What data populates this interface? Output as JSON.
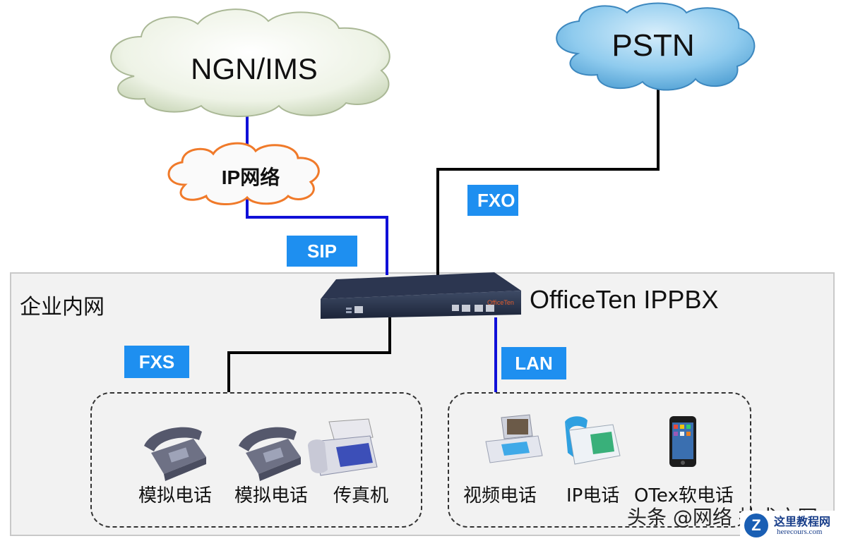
{
  "clouds": {
    "ngn_ims": "NGN/IMS",
    "pstn": "PSTN",
    "ip_network": "IP网络"
  },
  "tags": {
    "sip": "SIP",
    "fxo": "FXO",
    "fxs": "FXS",
    "lan": "LAN"
  },
  "intranet": {
    "label": "企业内网"
  },
  "pbx": {
    "label": "OfficeTen IPPBX",
    "brand": "OfficeTen"
  },
  "devices": {
    "analog_phone_1": "模拟电话",
    "analog_phone_2": "模拟电话",
    "fax": "传真机",
    "video_phone": "视频电话",
    "ip_phone": "IP电话",
    "softphone": "OTex软电话"
  },
  "watermark": "头条 @网络 技术文写",
  "badge": {
    "title": "这里教程网",
    "url": "herecours.com"
  },
  "colors": {
    "ip_link": "#1010d8",
    "pstn_link": "#000000",
    "tag_bg": "#1e8ff0",
    "pstn_cloud": "#7cc0ea",
    "ngn_cloud": "#e3ecd6",
    "ip_cloud_border": "#f07a2a"
  }
}
